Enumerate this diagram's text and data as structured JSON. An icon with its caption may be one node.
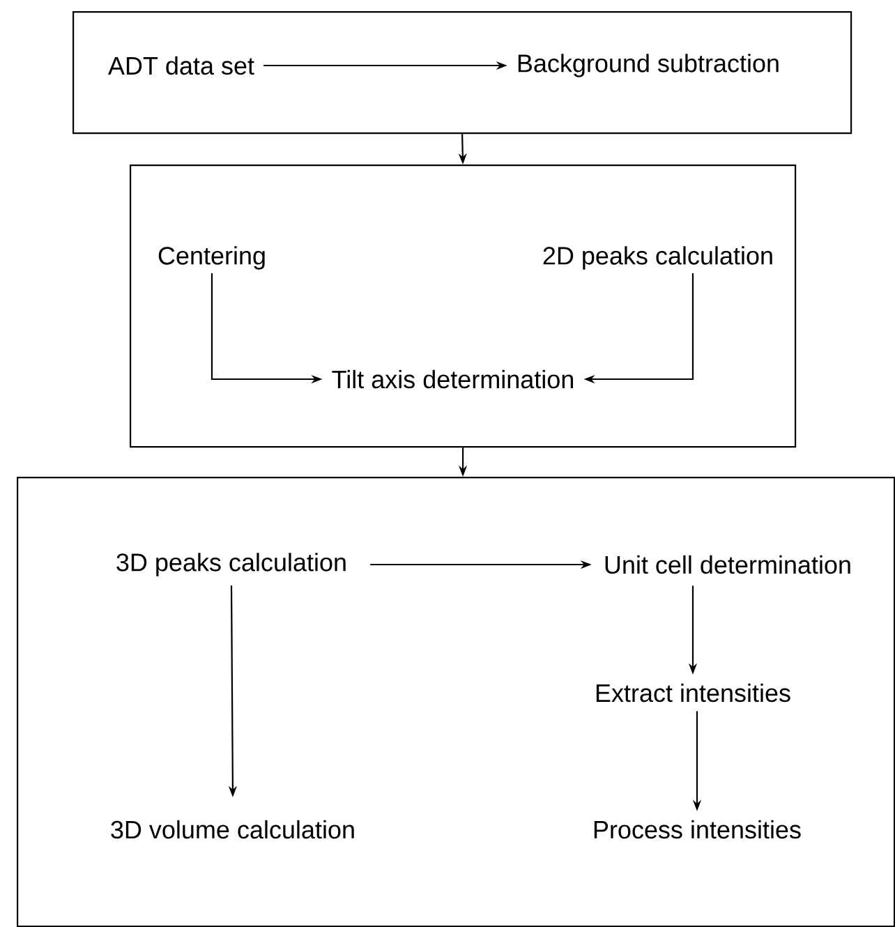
{
  "diagram": {
    "nodes": [
      {
        "text": [],
        "shape": "box"
      },
      {
        "text": [
          "ADT data set"
        ],
        "in": 0
      },
      {
        "text": [
          "Background subtraction"
        ],
        "in": 0
      },
      {
        "text": [],
        "shape": "box"
      },
      {
        "text": [
          "Centering"
        ],
        "in": 3
      },
      {
        "text": [
          "2D peaks calculation"
        ],
        "in": 3
      },
      {
        "text": [
          "Tilt axis determination"
        ],
        "in": 3
      },
      {
        "text": [],
        "shape": "box"
      },
      {
        "text": [
          "3D peaks calculation"
        ],
        "in": 7
      },
      {
        "text": [
          "Unit cell determination"
        ],
        "in": 7
      },
      {
        "text": [
          "Extract intensities"
        ],
        "in": 7
      },
      {
        "text": [
          "3D volume calculation"
        ],
        "in": 7
      },
      {
        "text": [
          "Process intensities"
        ],
        "in": 7
      }
    ],
    "edges": [
      {
        "from": 1,
        "to": 2,
        "arrow": "to"
      },
      {
        "from": 0,
        "to": 3,
        "arrow": "to"
      },
      {
        "from": 4,
        "to": 6,
        "arrow": "to"
      },
      {
        "from": 5,
        "to": 6,
        "arrow": "to"
      },
      {
        "from": 3,
        "to": 7,
        "arrow": "to"
      },
      {
        "from": 8,
        "to": 9,
        "arrow": "to"
      },
      {
        "from": 8,
        "to": 11,
        "arrow": "to"
      },
      {
        "from": 9,
        "to": 10,
        "arrow": "to"
      },
      {
        "from": 10,
        "to": 12,
        "arrow": "to"
      }
    ]
  }
}
